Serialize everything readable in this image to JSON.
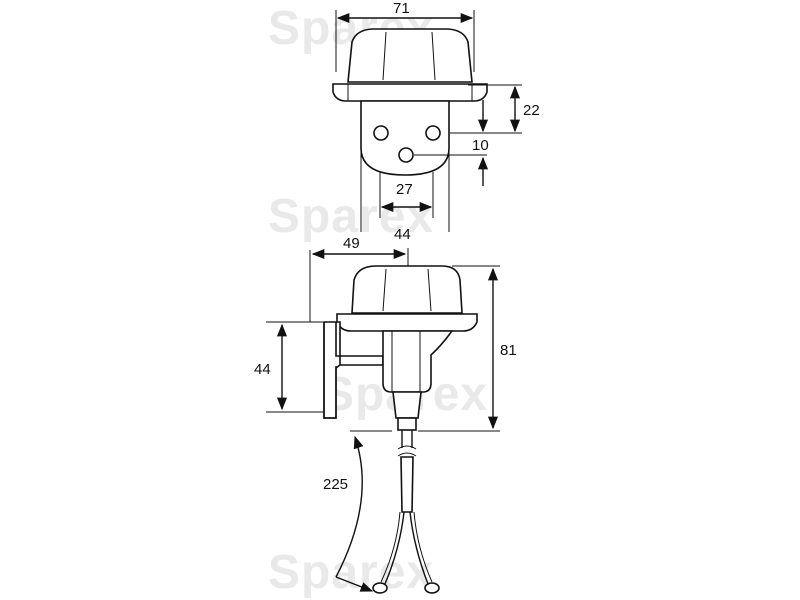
{
  "watermark": "Sparex",
  "dimensions": {
    "top_width": "71",
    "height_22": "22",
    "hole_10": "10",
    "hole_27": "27",
    "front_49": "49",
    "front_44_top": "44",
    "front_44_side": "44",
    "height_81": "81",
    "cable_225": "225"
  },
  "colors": {
    "line": "#111111",
    "watermark": "#e9e9e9",
    "background": "#ffffff"
  }
}
